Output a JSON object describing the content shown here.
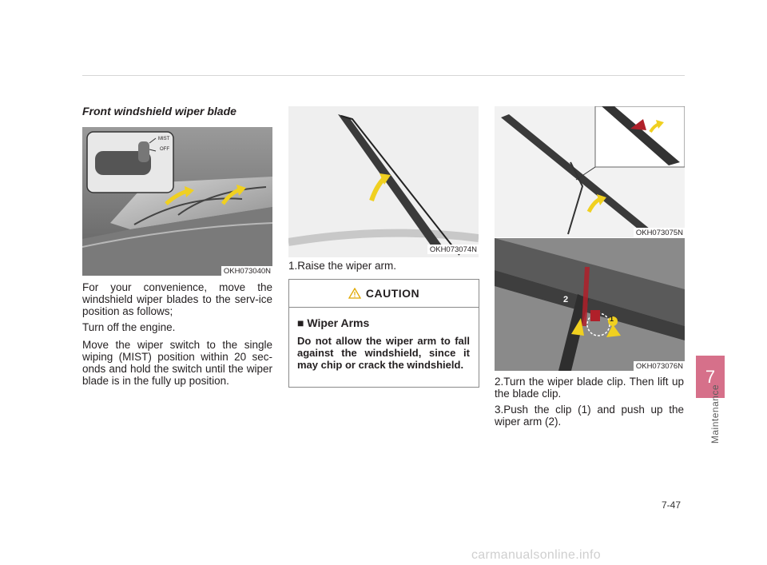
{
  "section": {
    "title": "Front windshield wiper blade"
  },
  "figures": {
    "fig1": {
      "code": "OKH073040N",
      "mist_label": "MIST",
      "off_label": "OFF"
    },
    "fig2": {
      "code": "OKH073074N"
    },
    "fig3": {
      "code": "OKH073075N"
    },
    "fig4": {
      "code": "OKH073076N",
      "callout_1": "1",
      "callout_2": "2"
    }
  },
  "left_column": {
    "p1": "For your convenience, move the windshield wiper blades to the serv-ice position as follows;",
    "p2": "Turn off the engine.",
    "p3": "Move the wiper switch to the single wiping (MIST) position within 20 sec-onds and hold the switch until the wiper blade is in the fully up position."
  },
  "middle_column": {
    "step1": "1.Raise the wiper arm."
  },
  "caution": {
    "title": "CAUTION",
    "bullet": "■",
    "subtitle": "Wiper Arms",
    "body": "Do not allow the wiper arm to fall against the windshield, since it may chip or crack the windshield."
  },
  "right_column": {
    "step2": "2.Turn the wiper blade clip. Then lift up the blade clip.",
    "step3": "3.Push the clip (1) and push up the wiper arm (2)."
  },
  "side_tab": {
    "number": "7",
    "label": "Maintenance"
  },
  "page_number": "7-47",
  "footer": "carmanualsonline.info"
}
